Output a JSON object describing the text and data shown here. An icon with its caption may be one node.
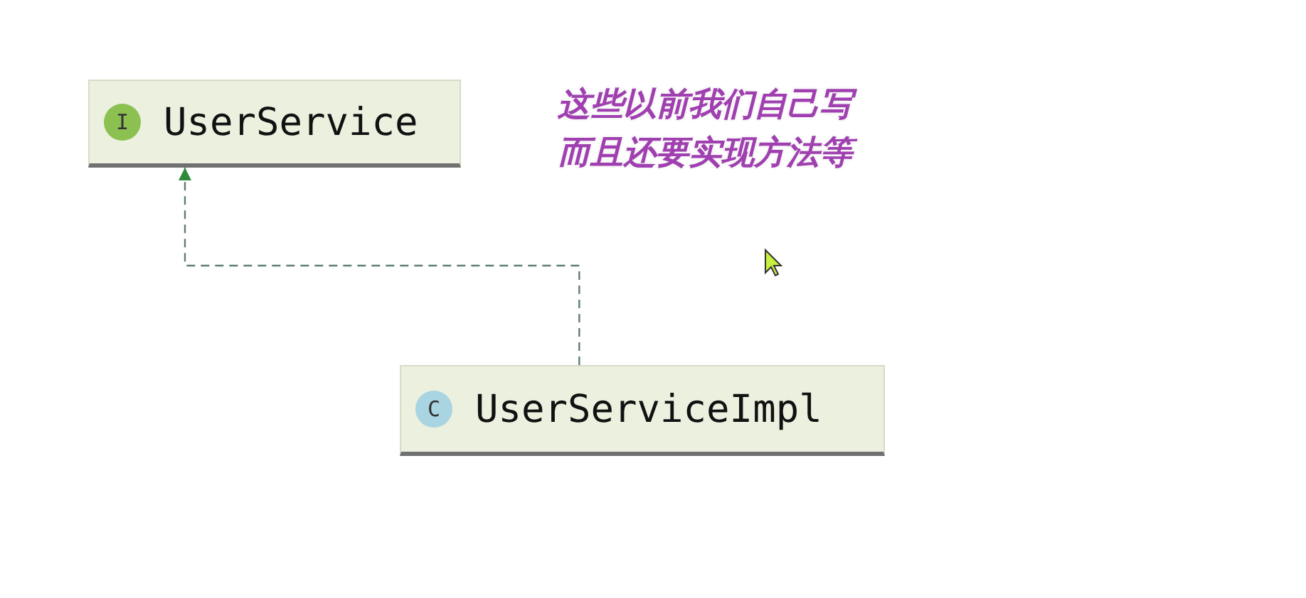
{
  "diagram": {
    "nodes": [
      {
        "text": [
          "I",
          "UserService"
        ]
      },
      {
        "text": [
          "C",
          "UserServiceImpl"
        ]
      }
    ],
    "edges": [
      {
        "from": 1,
        "to": 0,
        "arrow": "to",
        "style": "dashed"
      }
    ],
    "labels": [
      "这些以前我们自己写",
      "而且还要实现方法等"
    ]
  }
}
